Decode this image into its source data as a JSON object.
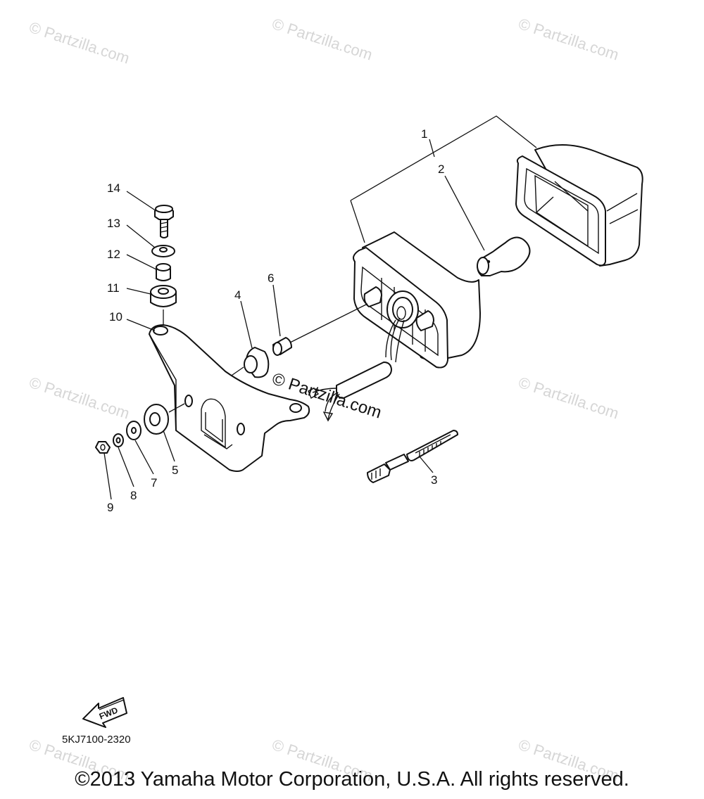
{
  "watermark": {
    "text": "© Partzilla.com"
  },
  "center_watermark": {
    "text": "© Partzilla.com"
  },
  "callouts": [
    "1",
    "2",
    "3",
    "4",
    "5",
    "6",
    "7",
    "8",
    "9",
    "10",
    "11",
    "12",
    "13",
    "14"
  ],
  "fwd_label": "FWD",
  "part_code": "5KJ7100-2320",
  "copyright": "©2013 Yamaha Motor Corporation, U.S.A. All rights reserved."
}
